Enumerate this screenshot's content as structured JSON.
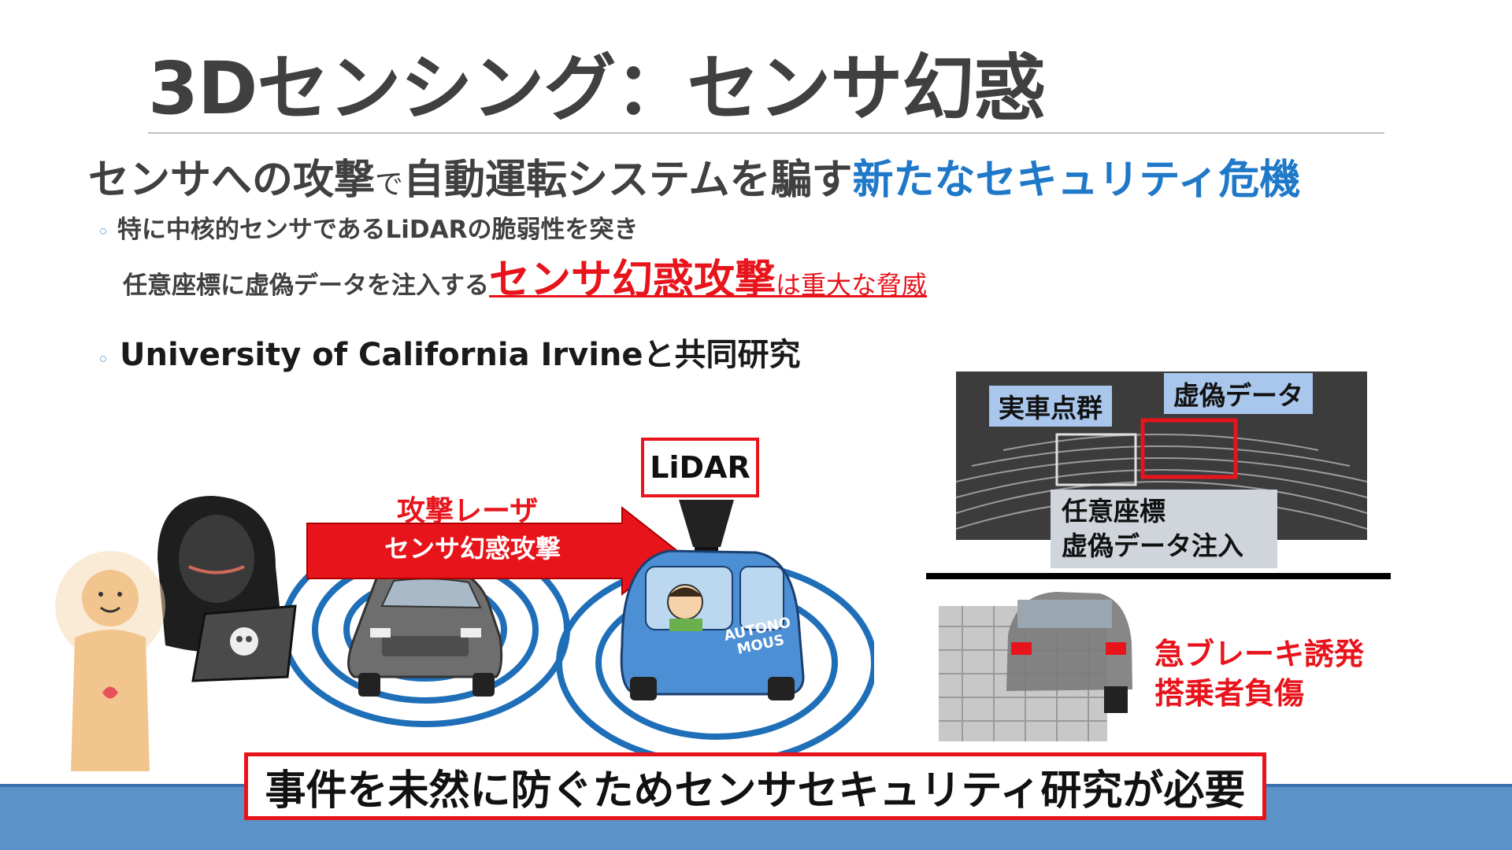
{
  "slide": {
    "title": "3Dセンシング：センサ幻惑",
    "headline": {
      "part1": "センサへの攻撃",
      "part2": "で",
      "part3": "自動運転システムを騙す",
      "part4": "新たなセキュリティ危機"
    },
    "bullet1": {
      "line1": "特に中核的センサであるLiDARの脆弱性を突き",
      "line2a": "任意座標に虚偽データを注入する",
      "line2b": "センサ幻惑攻撃",
      "line2c": "は重大な脅威"
    },
    "bullet2": "University of California Irvineと共同研究",
    "bullet_marker": "◦",
    "illustration": {
      "lidar_label": "LiDAR",
      "laser_label": "攻撃レーザ",
      "attack_label": "センサ幻惑攻撃",
      "car_text": "AUTONO MOUS"
    },
    "point_cloud": {
      "real_tag": "実車点群",
      "fake_tag": "虚偽データ",
      "inject_line1": "任意座標",
      "inject_line2": "虚偽データ注入"
    },
    "consequence": {
      "line1": "急ブレーキ誘発",
      "line2": "搭乗者負傷"
    },
    "conclusion": "事件を未然に防ぐためセンサセキュリティ研究が必要",
    "colors": {
      "accent_red": "#e8141c",
      "accent_blue": "#1f78c8",
      "text_gray": "#404040",
      "ring_blue": "#1f6fb8",
      "footer_blue": "#5b93c9"
    }
  }
}
